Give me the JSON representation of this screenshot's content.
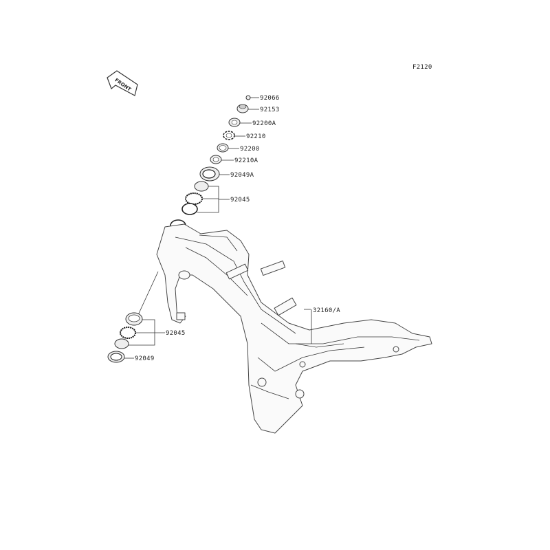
{
  "diagram": {
    "figure_code": "F2120",
    "front_arrow_text": "FRONT",
    "upper_parts": [
      {
        "number": "92066"
      },
      {
        "number": "92153"
      },
      {
        "number": "92200A"
      },
      {
        "number": "92210"
      },
      {
        "number": "92200"
      },
      {
        "number": "92210A"
      },
      {
        "number": "92049A"
      },
      {
        "number": "92045"
      }
    ],
    "frame_label": "32160/A",
    "lower_parts": [
      {
        "number": "92045"
      },
      {
        "number": "92049"
      }
    ]
  }
}
